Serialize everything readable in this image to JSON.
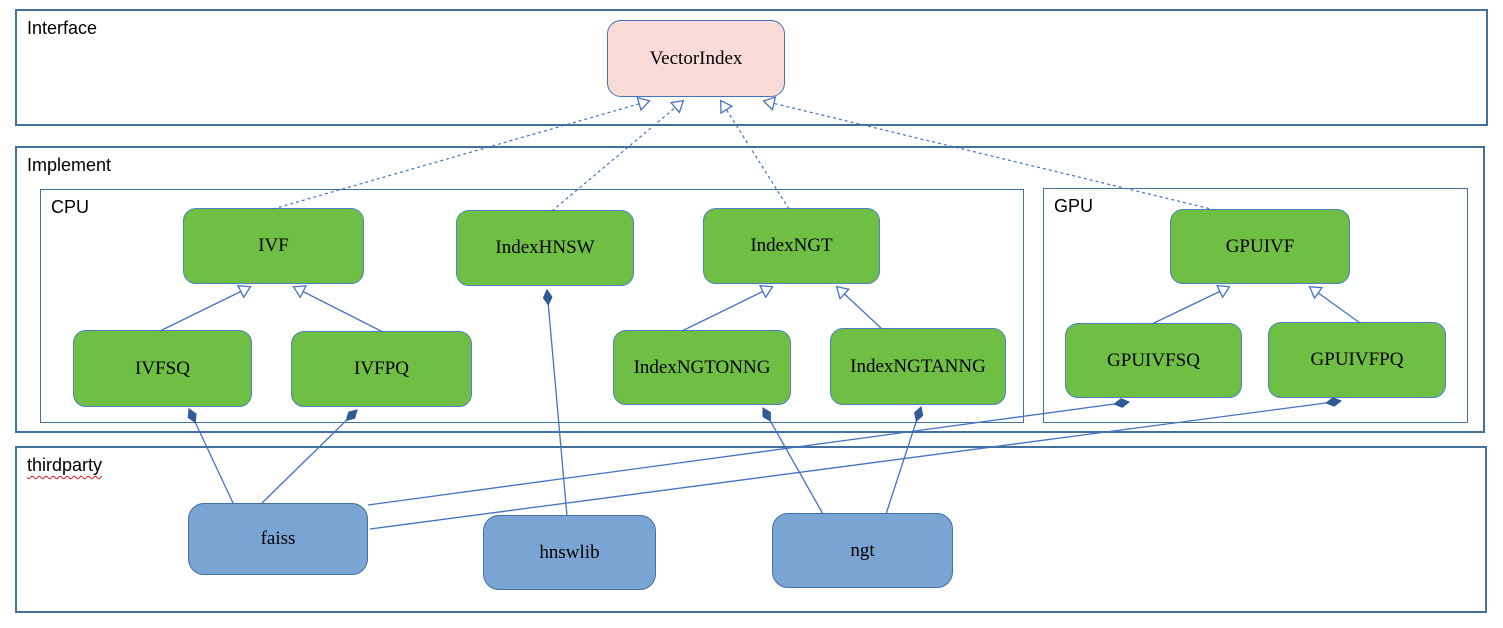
{
  "containers": {
    "interface": {
      "label": "Interface"
    },
    "implement": {
      "label": "Implement"
    },
    "cpu": {
      "label": "CPU"
    },
    "gpu": {
      "label": "GPU"
    },
    "thirdparty": {
      "label": "thirdparty"
    }
  },
  "nodes": {
    "vectorindex": {
      "label": "VectorIndex",
      "group": "interface"
    },
    "ivf": {
      "label": "IVF",
      "group": "cpu"
    },
    "indexhnsw": {
      "label": "IndexHNSW",
      "group": "cpu"
    },
    "indexngt": {
      "label": "IndexNGT",
      "group": "cpu"
    },
    "ivfsq": {
      "label": "IVFSQ",
      "group": "cpu"
    },
    "ivfpq": {
      "label": "IVFPQ",
      "group": "cpu"
    },
    "indexngtonng": {
      "label": "IndexNGTONNG",
      "group": "cpu"
    },
    "indexngtanng": {
      "label": "IndexNGTANNG",
      "group": "cpu"
    },
    "gpuivf": {
      "label": "GPUIVF",
      "group": "gpu"
    },
    "gpuivfsq": {
      "label": "GPUIVFSQ",
      "group": "gpu"
    },
    "gpuivfpq": {
      "label": "GPUIVFPQ",
      "group": "gpu"
    },
    "faiss": {
      "label": "faiss",
      "group": "thirdparty"
    },
    "hnswlib": {
      "label": "hnswlib",
      "group": "thirdparty"
    },
    "ngt": {
      "label": "ngt",
      "group": "thirdparty"
    }
  },
  "edges": [
    {
      "from": "ivf",
      "to": "vectorindex",
      "relation": "realization"
    },
    {
      "from": "indexhnsw",
      "to": "vectorindex",
      "relation": "realization"
    },
    {
      "from": "indexngt",
      "to": "vectorindex",
      "relation": "realization"
    },
    {
      "from": "gpuivf",
      "to": "vectorindex",
      "relation": "realization"
    },
    {
      "from": "ivfsq",
      "to": "ivf",
      "relation": "inheritance"
    },
    {
      "from": "ivfpq",
      "to": "ivf",
      "relation": "inheritance"
    },
    {
      "from": "indexngtonng",
      "to": "indexngt",
      "relation": "inheritance"
    },
    {
      "from": "indexngtanng",
      "to": "indexngt",
      "relation": "inheritance"
    },
    {
      "from": "gpuivfsq",
      "to": "gpuivf",
      "relation": "inheritance"
    },
    {
      "from": "gpuivfpq",
      "to": "gpuivf",
      "relation": "inheritance"
    },
    {
      "from": "faiss",
      "to": "ivfsq",
      "relation": "composition"
    },
    {
      "from": "faiss",
      "to": "ivfpq",
      "relation": "composition"
    },
    {
      "from": "faiss",
      "to": "gpuivfsq",
      "relation": "composition"
    },
    {
      "from": "faiss",
      "to": "gpuivfpq",
      "relation": "composition"
    },
    {
      "from": "hnswlib",
      "to": "indexhnsw",
      "relation": "composition"
    },
    {
      "from": "ngt",
      "to": "indexngtonng",
      "relation": "composition"
    },
    {
      "from": "ngt",
      "to": "indexngtanng",
      "relation": "composition"
    }
  ],
  "colors": {
    "interface_node_fill": "#f8dad7",
    "implement_node_fill": "#6fbf45",
    "thirdparty_node_fill": "#7aa4d3",
    "container_border": "#41719c",
    "node_border": "#4f81bd",
    "connector": "#4472c4",
    "diamond_fill": "#2f5b96",
    "misspell_underline": "#d01818"
  }
}
